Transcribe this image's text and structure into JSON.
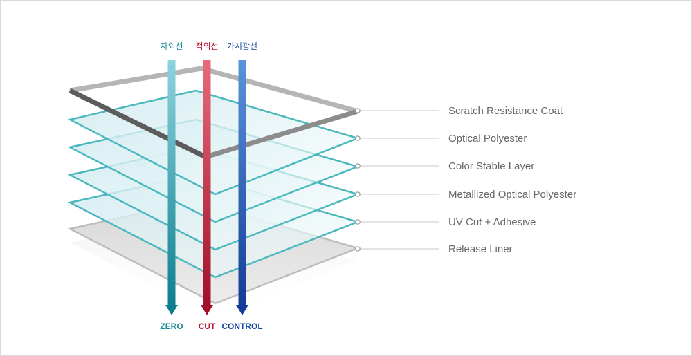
{
  "rays": [
    {
      "top_label": "자외선",
      "bottom_label": "ZERO",
      "color": "#1b8a9a",
      "light": "#8ed3de",
      "dark": "#0e7f8f"
    },
    {
      "top_label": "적외선",
      "bottom_label": "CUT",
      "color": "#b3132b",
      "light": "#e86a7a",
      "dark": "#a01028"
    },
    {
      "top_label": "가시광선",
      "bottom_label": "CONTROL",
      "color": "#1846a0",
      "light": "#5b93dc",
      "dark": "#123c97"
    }
  ],
  "layers": [
    {
      "label": "Scratch Resistance Coat"
    },
    {
      "label": "Optical Polyester"
    },
    {
      "label": "Color Stable Layer"
    },
    {
      "label": "Metallized Optical Polyester"
    },
    {
      "label": "UV Cut + Adhesive"
    },
    {
      "label": "Release Liner"
    }
  ],
  "colors": {
    "film_stroke": "#4bb8bd",
    "film_fill": "#dff3f6",
    "frame_gray": "#9a9a9a",
    "liner_fill": "#e2e2e2",
    "leader": "#c8c8c8",
    "label_text": "#666666"
  }
}
